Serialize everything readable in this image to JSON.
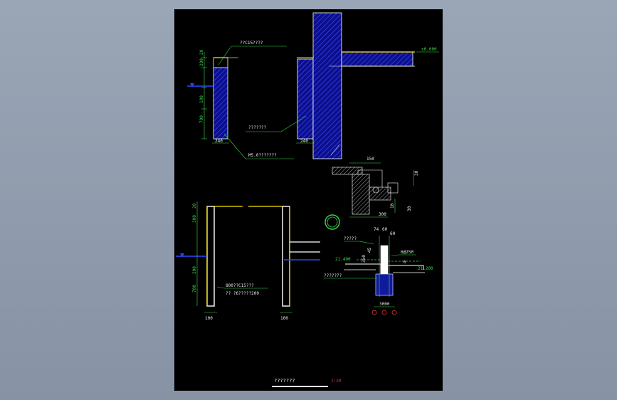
{
  "drawing": {
    "title": "???????",
    "scale": "1:20"
  },
  "detail_a": {
    "note_top": "??C15????",
    "dim_20": "20",
    "dim_200": "200",
    "dim_100": "100",
    "dim_700": "700",
    "dim_240_left": "240",
    "dim_240_right": "240",
    "note_mid": "???????",
    "note_mortar": "M5.0???????",
    "elevation": "±0.000"
  },
  "detail_b": {
    "dim_150": "150",
    "dim_30": "30",
    "dim_10": "10",
    "dim_30b": "30",
    "dim_300": "300"
  },
  "detail_c": {
    "dim_20": "20",
    "dim_300": "300",
    "dim_200": "200",
    "dim_700": "700",
    "dim_100_left": "100",
    "dim_100_right": "100",
    "note_concrete": "800??C15???",
    "note_rebar": "?? ?6?????200"
  },
  "detail_d": {
    "note_a": "?????",
    "dim_74": "74",
    "dim_60": "60",
    "dim_60b": "60",
    "dim_45": "45",
    "dim_350": "350",
    "rebar": "6@250",
    "dim_6": "6",
    "elev_left": "21.400",
    "elev_right": "21.200",
    "note_b": "???????",
    "dim_3000": "3000"
  }
}
